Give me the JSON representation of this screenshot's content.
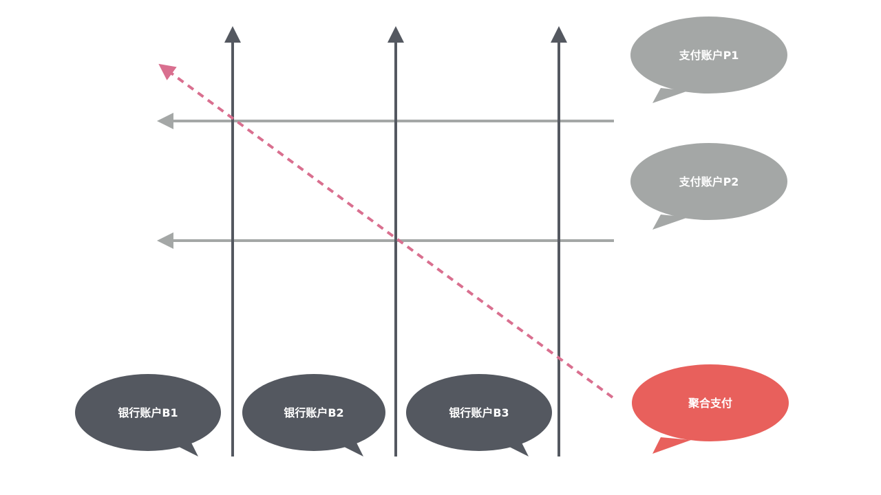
{
  "colors": {
    "bank": "#545860",
    "payment": "#a4a7a6",
    "aggregate": "#e8605c",
    "dashed": "#d96f8f"
  },
  "bank_accounts": [
    {
      "label": "银行账户B1"
    },
    {
      "label": "银行账户B2"
    },
    {
      "label": "银行账户B3"
    }
  ],
  "payment_accounts": [
    {
      "label": "支付账户P1"
    },
    {
      "label": "支付账户P2"
    }
  ],
  "aggregate_payment": {
    "label": "聚合支付"
  }
}
